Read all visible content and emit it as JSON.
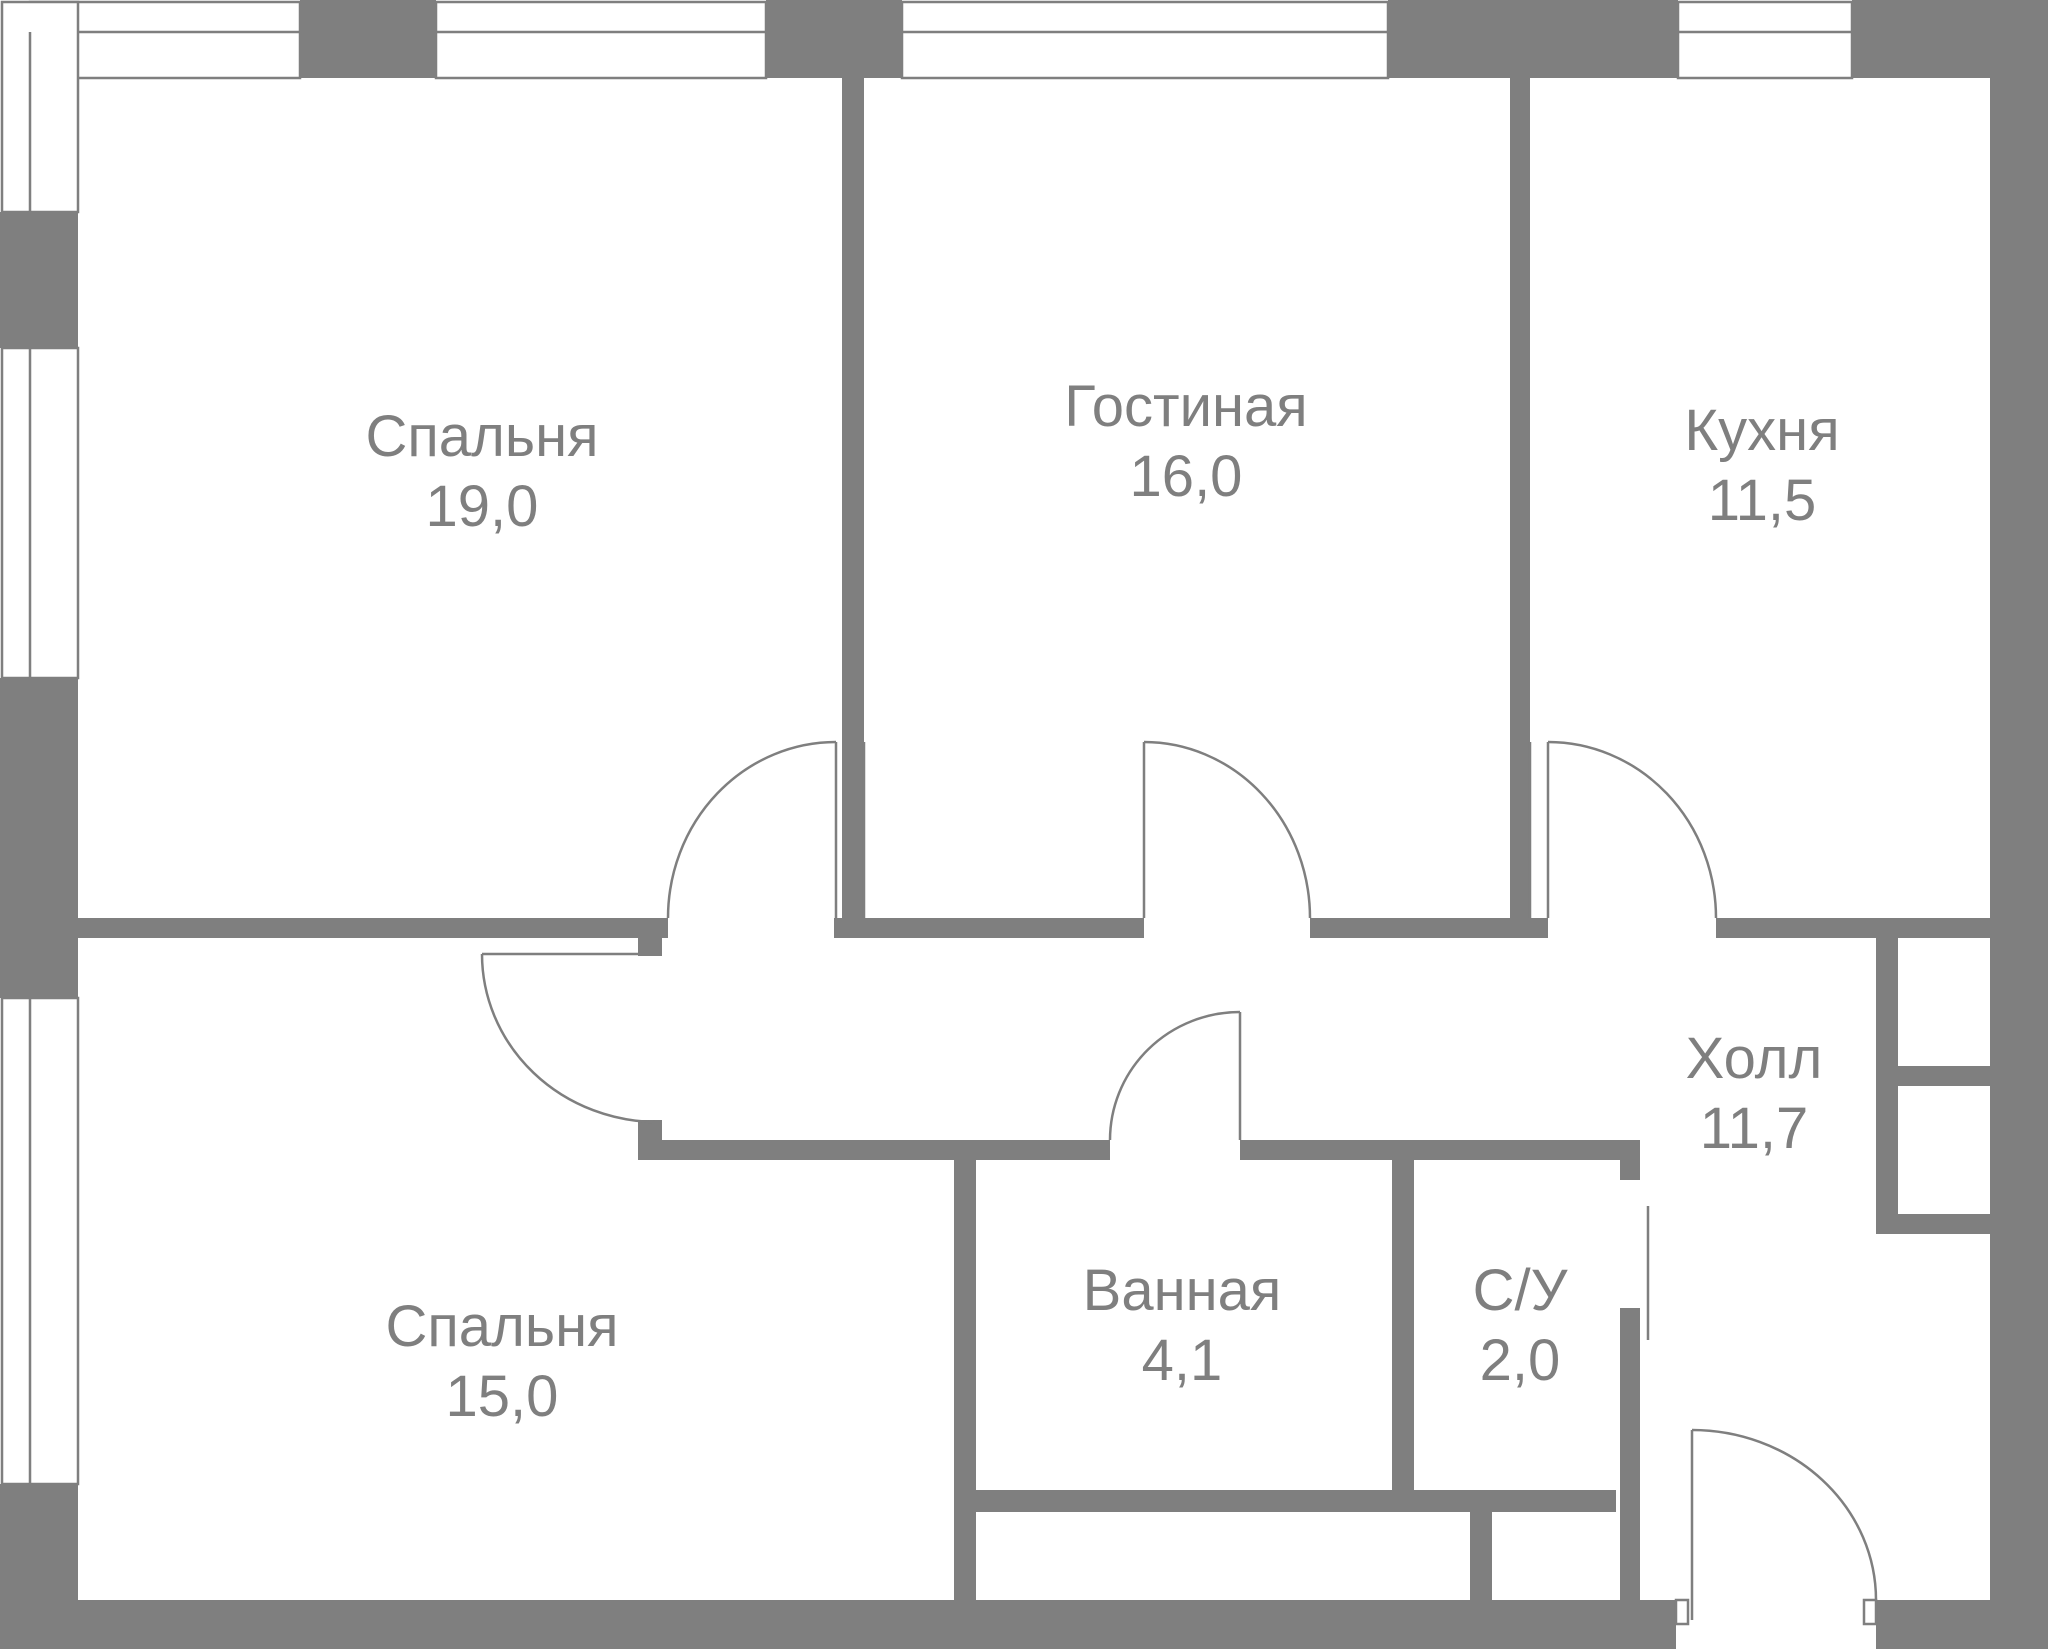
{
  "colors": {
    "wall": "#7f7f7f",
    "background": "#ffffff"
  },
  "rooms": [
    {
      "name": "Спальня",
      "area": "19,0"
    },
    {
      "name": "Гостиная",
      "area": "16,0"
    },
    {
      "name": "Кухня",
      "area": "11,5"
    },
    {
      "name": "Холл",
      "area": "11,7"
    },
    {
      "name": "Спальня",
      "area": "15,0"
    },
    {
      "name": "Ванная",
      "area": "4,1"
    },
    {
      "name": "С/У",
      "area": "2,0"
    }
  ]
}
